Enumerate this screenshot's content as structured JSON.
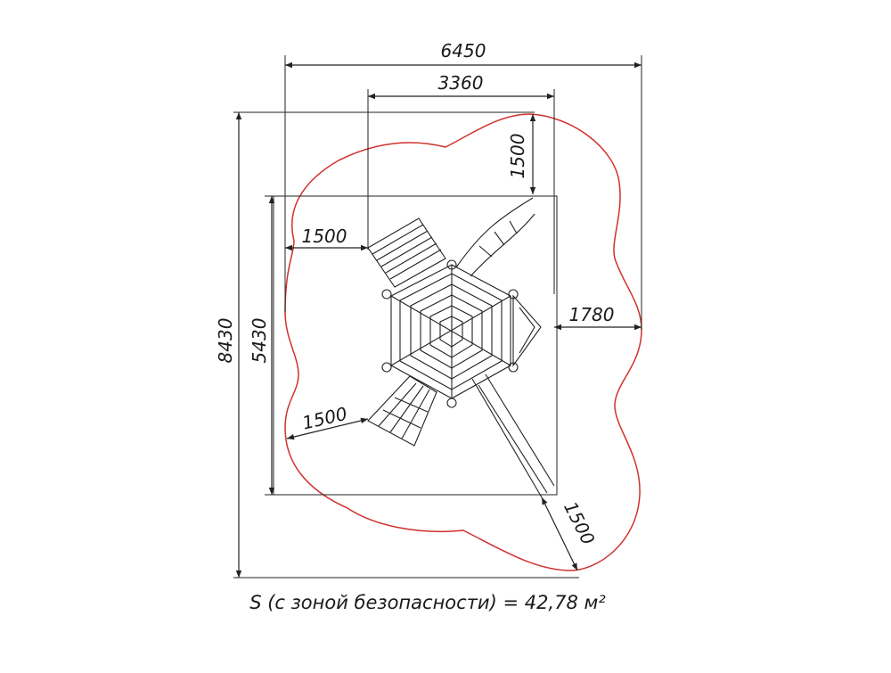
{
  "drawing": {
    "dimensions": {
      "overall_width": "6450",
      "inner_width": "3360",
      "slide_clearance": "1500",
      "left_clearance": "1500",
      "right_clearance": "1780",
      "lower_left_clearance": "1500",
      "lower_right_clearance": "1500",
      "overall_height": "8430",
      "inner_height": "5430"
    },
    "area_caption": "S (с зоной безопасности) = 42,78 м²",
    "colors": {
      "safety_zone": "#d0312d",
      "lines": "#222222"
    }
  }
}
